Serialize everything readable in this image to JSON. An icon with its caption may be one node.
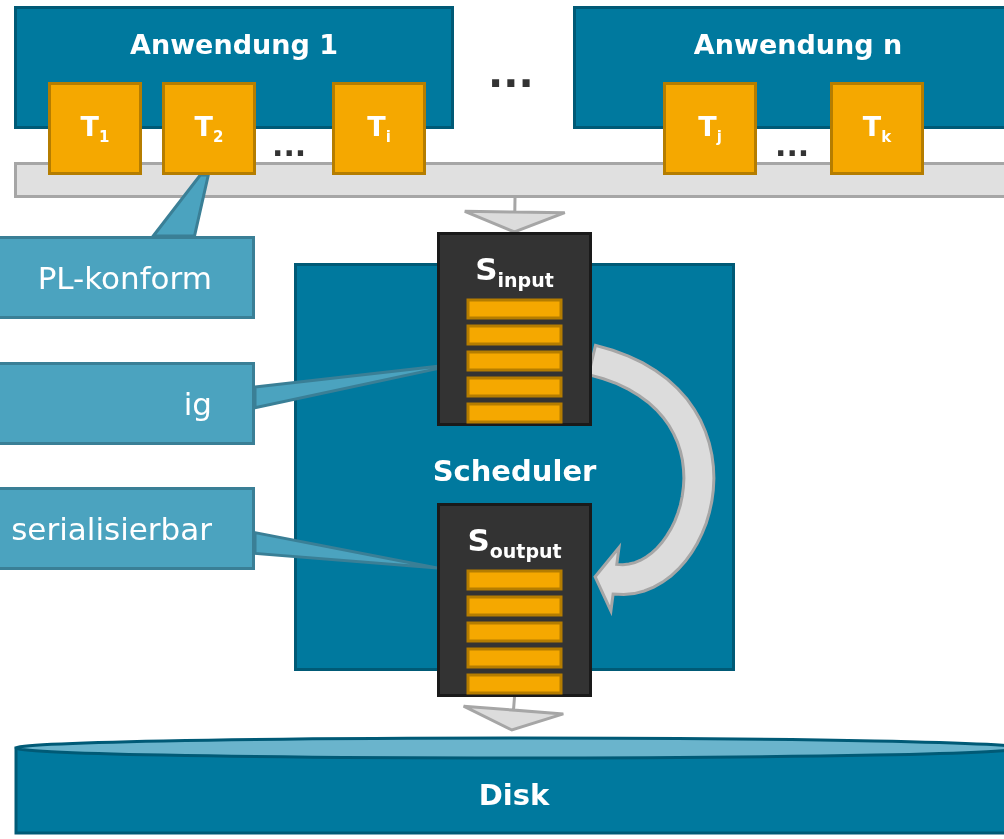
{
  "diagram": {
    "nodes": [
      {
        "text": [
          "Anwendung 1"
        ]
      },
      {
        "text": [
          "T$_{1}$"
        ]
      },
      {
        "text": [
          "T$_{2}$"
        ]
      },
      {
        "text": [
          "T$_{i}$"
        ]
      },
      {
        "text": [
          "Anwendung n"
        ]
      },
      {
        "text": [
          "T$_{j}$"
        ]
      },
      {
        "text": [
          "T$_{k}$"
        ]
      },
      {
        "text": [],
        "shape": "bar"
      },
      {
        "text": [
          "PL-konform"
        ]
      },
      {
        "text": [
          "ig"
        ]
      },
      {
        "text": [
          "serialisierbar"
        ]
      },
      {
        "text": [
          "Scheduler"
        ]
      },
      {
        "text": [
          "S$_{input}$"
        ]
      },
      {
        "text": [
          "S$_{output}$"
        ]
      },
      {
        "text": [
          "Disk"
        ]
      }
    ],
    "edges": [
      {
        "from": 7,
        "to": 12,
        "arrow": "to",
        "style": "thick"
      },
      {
        "from": 12,
        "to": 13,
        "arrow": "to",
        "style": "thick"
      },
      {
        "from": 13,
        "to": 14,
        "arrow": "to",
        "style": "thick"
      },
      {
        "from": 8,
        "to": 2,
        "arrow": "none"
      },
      {
        "from": 9,
        "to": 12,
        "arrow": "none"
      },
      {
        "from": 10,
        "to": 13,
        "arrow": "none"
      }
    ],
    "labels": [
      "...",
      "...",
      "..."
    ]
  }
}
